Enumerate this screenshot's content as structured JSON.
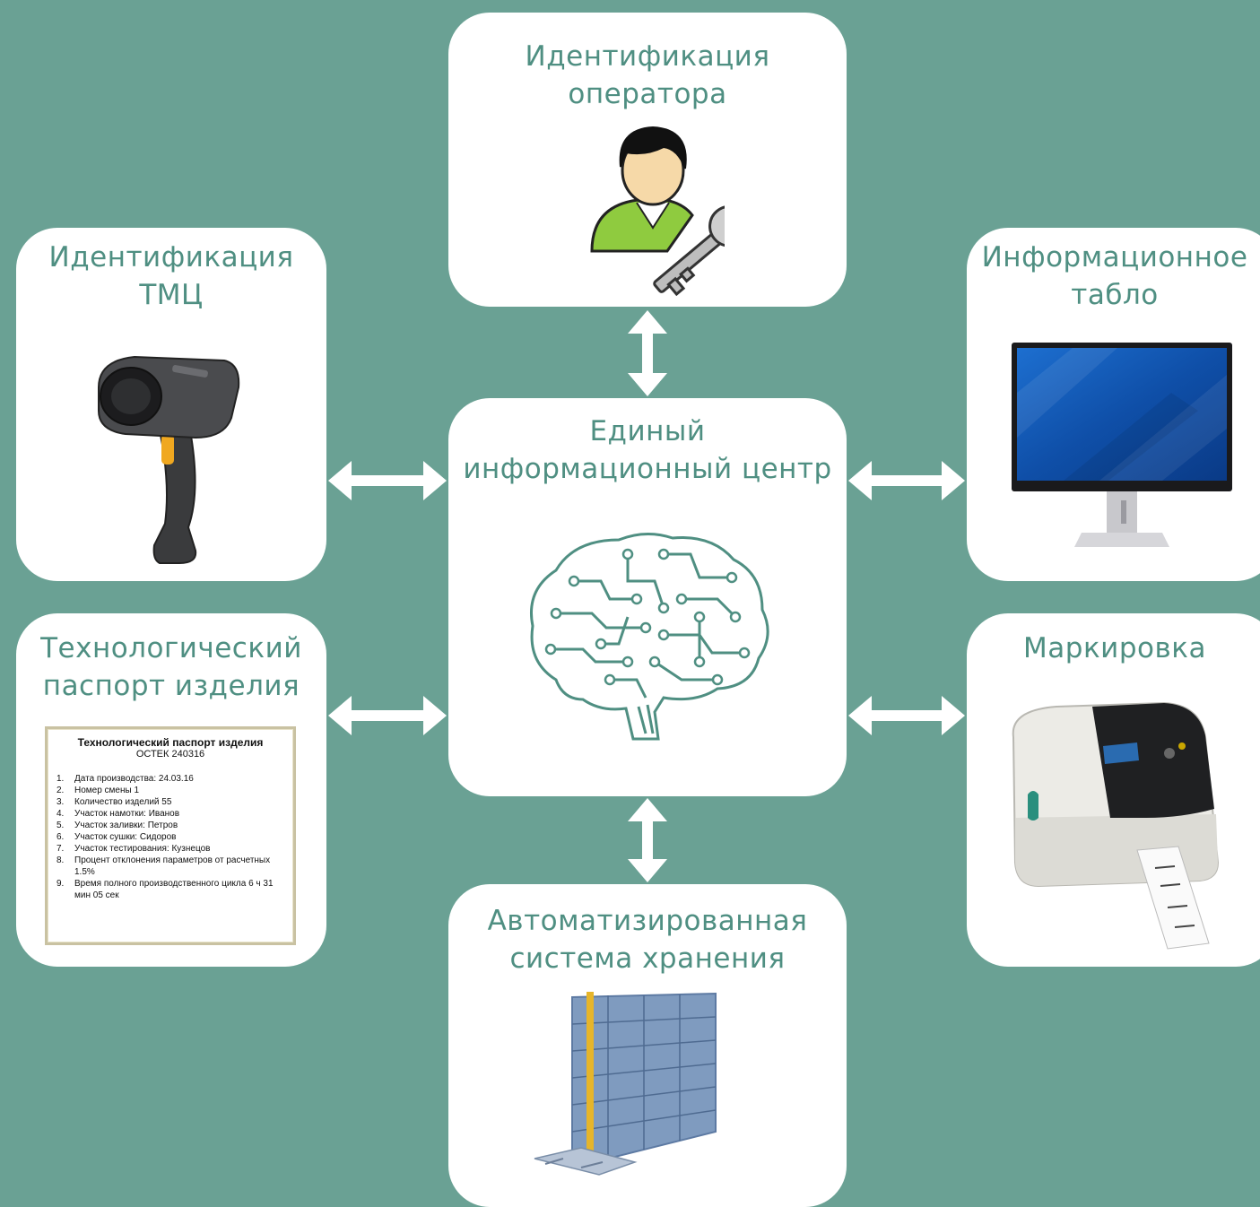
{
  "colors": {
    "background": "#6aa194",
    "card": "#ffffff",
    "title": "#4f8f82",
    "arrow": "#ffffff"
  },
  "center": {
    "title_line1": "Единый",
    "title_line2": "информационный центр",
    "icon": "circuit-brain-icon"
  },
  "operator": {
    "title_line1": "Идентификация",
    "title_line2": "оператора",
    "icon": "user-key-icon"
  },
  "tmc": {
    "title_line1": "Идентификация",
    "title_line2": "ТМЦ",
    "icon": "barcode-scanner-icon"
  },
  "display": {
    "title_line1": "Информационное",
    "title_line2": "табло",
    "icon": "monitor-icon"
  },
  "passport": {
    "title_line1": "Технологический",
    "title_line2": "паспорт изделия",
    "doc_title": "Технологический паспорт изделия",
    "doc_code": "ОСТЕК 240316",
    "items": [
      {
        "num": "1.",
        "text": "Дата производства: 24.03.16"
      },
      {
        "num": "2.",
        "text": "Номер смены 1"
      },
      {
        "num": "3.",
        "text": "Количество изделий 55"
      },
      {
        "num": "4.",
        "text": "Участок намотки: Иванов"
      },
      {
        "num": "5.",
        "text": "Участок заливки: Петров"
      },
      {
        "num": "6.",
        "text": "Участок сушки: Сидоров"
      },
      {
        "num": "7.",
        "text": "Участок тестирования: Кузнецов"
      },
      {
        "num": "8.",
        "text": "Процент отклонения параметров от расчетных 1.5%"
      },
      {
        "num": "9.",
        "text": "Время полного производственного цикла 6 ч 31 мин 05 сек"
      }
    ]
  },
  "marking": {
    "title_line1": "Маркировка",
    "icon": "label-printer-icon"
  },
  "storage": {
    "title_line1": "Автоматизированная",
    "title_line2": "система хранения",
    "icon": "storage-rack-icon"
  }
}
